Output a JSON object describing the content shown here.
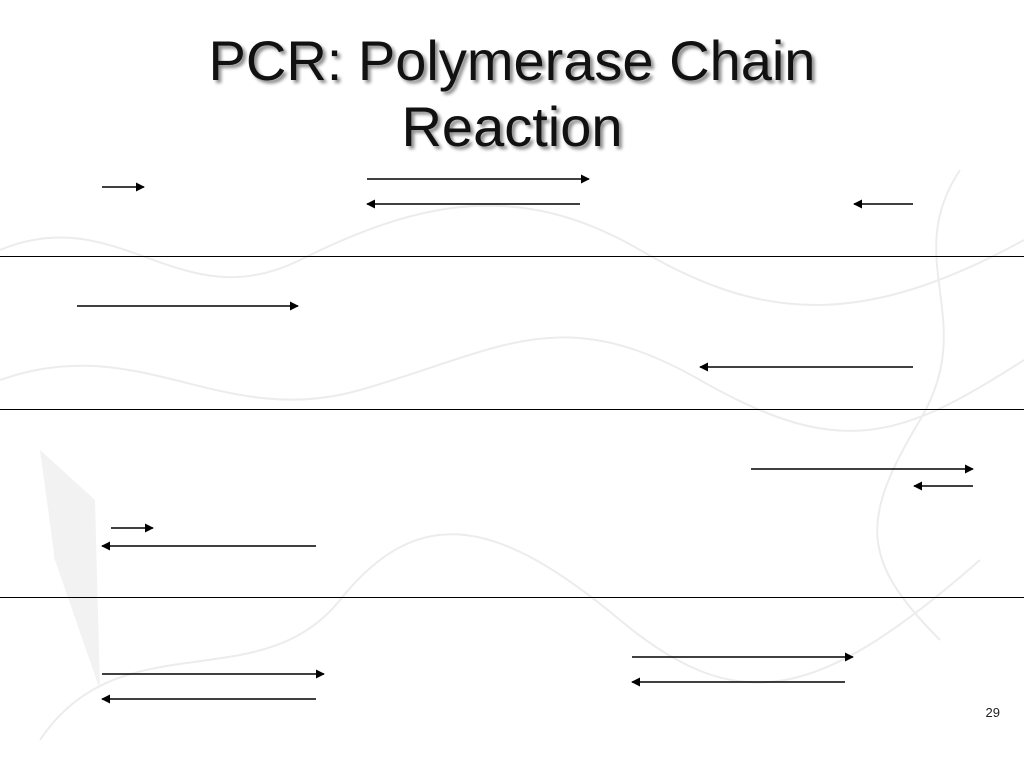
{
  "slide": {
    "title_line1": "PCR: Polymerase Chain",
    "title_line2": "Reaction",
    "page_number": "29"
  },
  "colors": {
    "background": "#ffffff",
    "line": "#000000",
    "title": "#111111"
  }
}
